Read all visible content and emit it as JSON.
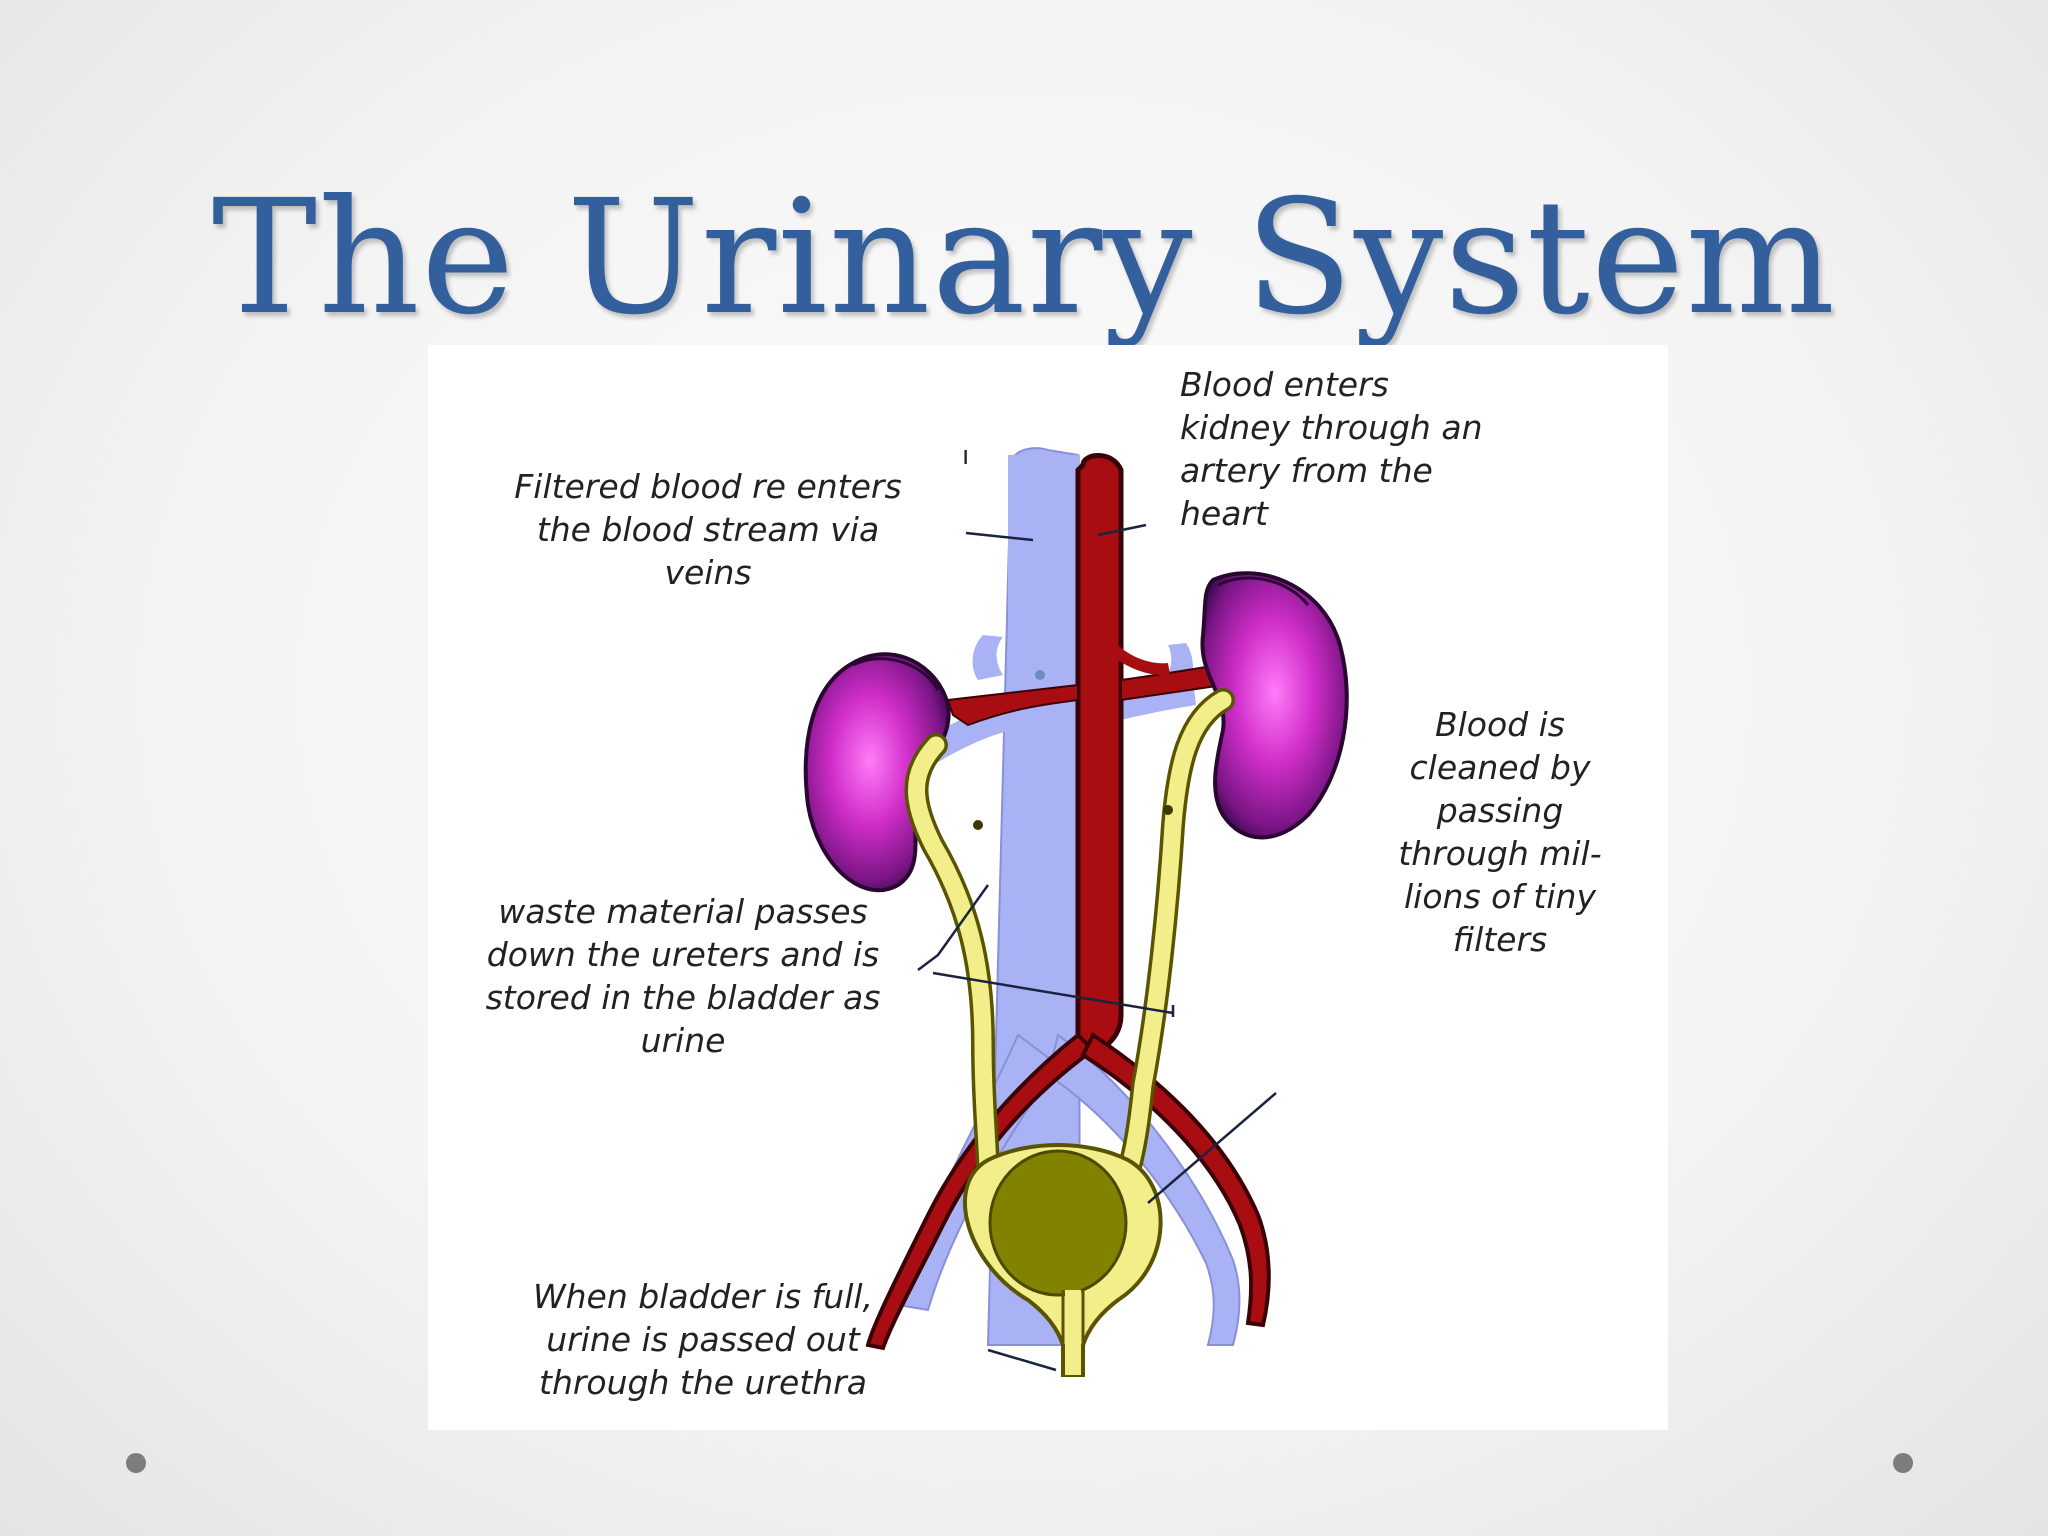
{
  "slide": {
    "title": "The Urinary System"
  },
  "diagram": {
    "labels": {
      "veins": "Filtered blood re enters\nthe blood stream via\nveins",
      "artery": "Blood enters\nkidney through an\nartery from the\nheart",
      "filters": "Blood is\ncleaned by\npassing\nthrough mil-\nlions of tiny\nfilters",
      "ureters": "waste material passes\ndown the ureters and is\nstored in the bladder as\nurine",
      "urethra": "When bladder is full,\nurine is passed out\nthrough the urethra",
      "tick": "ı"
    },
    "colors": {
      "vein": "#a9b2f4",
      "artery": "#a80d12",
      "kidney": "#d93bcf",
      "ureter": "#f2ee8a",
      "bladder": "#808200",
      "title": "#33609d"
    }
  }
}
